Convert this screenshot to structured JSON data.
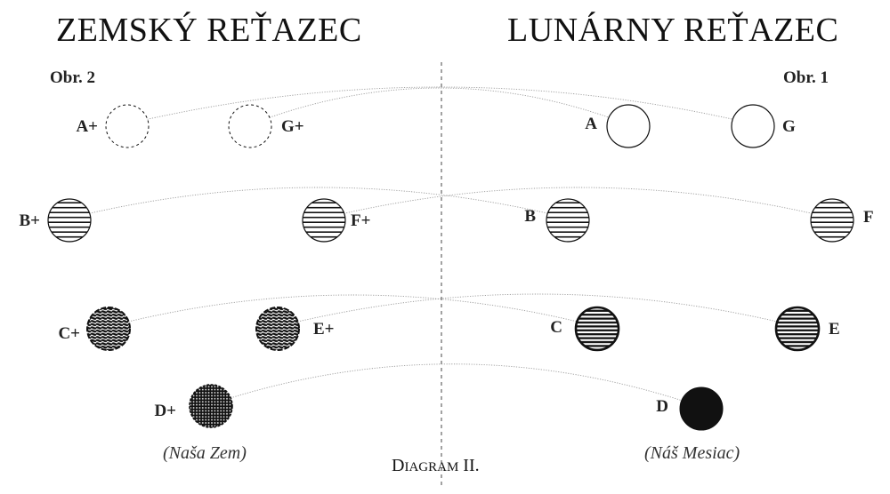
{
  "titles": {
    "left": "ZEMSKÝ REŤAZEC",
    "right": "LUNÁRNY REŤAZEC"
  },
  "figure_labels": {
    "left": "Obr. 2",
    "right": "Obr. 1"
  },
  "captions": {
    "earth": "(Naša Zem)",
    "moon": "(Náš Mesiac)"
  },
  "diagram_title": {
    "first_letter": "D",
    "rest": "IAGRAM",
    "number": "II."
  },
  "chains": {
    "terrestrial": [
      {
        "id": "A+",
        "label": "A+",
        "fill": "dashed"
      },
      {
        "id": "G+",
        "label": "G+",
        "fill": "dashed"
      },
      {
        "id": "B+",
        "label": "B+",
        "fill": "lines-sparse"
      },
      {
        "id": "F+",
        "label": "F+",
        "fill": "lines-sparse"
      },
      {
        "id": "C+",
        "label": "C+",
        "fill": "lines-dense"
      },
      {
        "id": "E+",
        "label": "E+",
        "fill": "lines-dense"
      },
      {
        "id": "D+",
        "label": "D+",
        "fill": "crosshatch"
      }
    ],
    "lunar": [
      {
        "id": "A",
        "label": "A",
        "fill": "empty"
      },
      {
        "id": "G",
        "label": "G",
        "fill": "empty"
      },
      {
        "id": "B",
        "label": "B",
        "fill": "lines-sparse"
      },
      {
        "id": "F",
        "label": "F",
        "fill": "lines-sparse"
      },
      {
        "id": "C",
        "label": "C",
        "fill": "lines-bold"
      },
      {
        "id": "E",
        "label": "E",
        "fill": "lines-bold"
      },
      {
        "id": "D",
        "label": "D",
        "fill": "solid"
      }
    ]
  },
  "connections": [
    {
      "from": "A+",
      "to": "G"
    },
    {
      "from": "G+",
      "to": "A"
    },
    {
      "from": "B+",
      "to": "B"
    },
    {
      "from": "F+",
      "to": "F"
    },
    {
      "from": "C+",
      "to": "C"
    },
    {
      "from": "E+",
      "to": "E"
    },
    {
      "from": "D+",
      "to": "D"
    }
  ],
  "colors": {
    "ink": "#111111",
    "connector": "#9a9a9a",
    "divider": "#444444"
  }
}
